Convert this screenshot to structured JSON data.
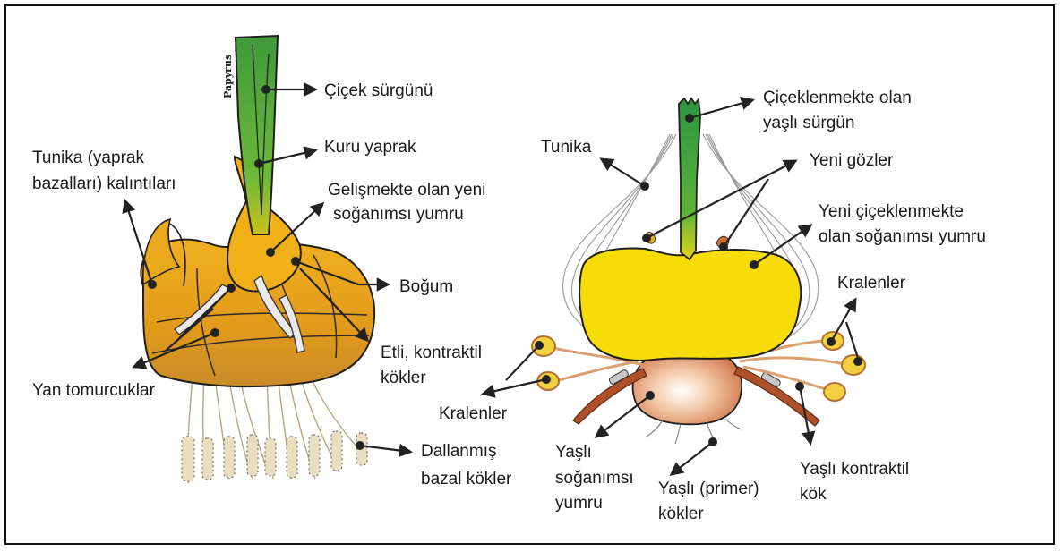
{
  "brand": "Papyrus",
  "left": {
    "cicek_surgunu": [
      "Çiçek sürgünü"
    ],
    "kuru_yaprak": [
      "Kuru yaprak"
    ],
    "tunika": [
      "Tunika (yaprak",
      "bazalları) kalıntıları"
    ],
    "gelismekte": [
      "Gelişmekte olan yeni",
      "soğanımsı yumru"
    ],
    "bogum": [
      "Boğum"
    ],
    "etli": [
      "Etli, kontraktil",
      "kökler"
    ],
    "yan": [
      "Yan tomurcuklar"
    ],
    "dallanmis": [
      "Dallanmış",
      "bazal kökler"
    ]
  },
  "right": {
    "ciceklenmekte": [
      "Çiçeklenmekte olan",
      "yaşlı sürgün"
    ],
    "tunika": [
      "Tunika"
    ],
    "yeni_gozler": [
      "Yeni gözler"
    ],
    "yeni_cicek": [
      "Yeni çiçeklenmekte",
      "olan soğanımsı yumru"
    ],
    "kralenler_top": [
      "Kralenler"
    ],
    "kralenler_left": [
      "Kralenler"
    ],
    "yasli_sogan": [
      "Yaşlı",
      "soğanımsı",
      "yumru"
    ],
    "yasli_primer": [
      "Yaşlı (primer)",
      "kökler"
    ],
    "yasli_kontraktil": [
      "Yaşlı kontraktil",
      "kök"
    ]
  },
  "colors": {
    "stem_green": "#4ea83a",
    "corm_yellow": "#f6d70a",
    "corm_orange": "#e5a316",
    "old_corm": "#d98a5a",
    "root_tan": "#d8c8a0"
  }
}
